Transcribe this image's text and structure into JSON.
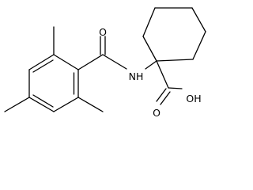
{
  "structure": {
    "atoms": {
      "carbonyl_oxygen": "O",
      "amide_nitrogen": "NH",
      "hydroxyl": "OH",
      "acid_carbonyl_oxygen": "O"
    }
  },
  "colors": {
    "bond": "#000000",
    "label": "#000000",
    "background": "#ffffff"
  }
}
